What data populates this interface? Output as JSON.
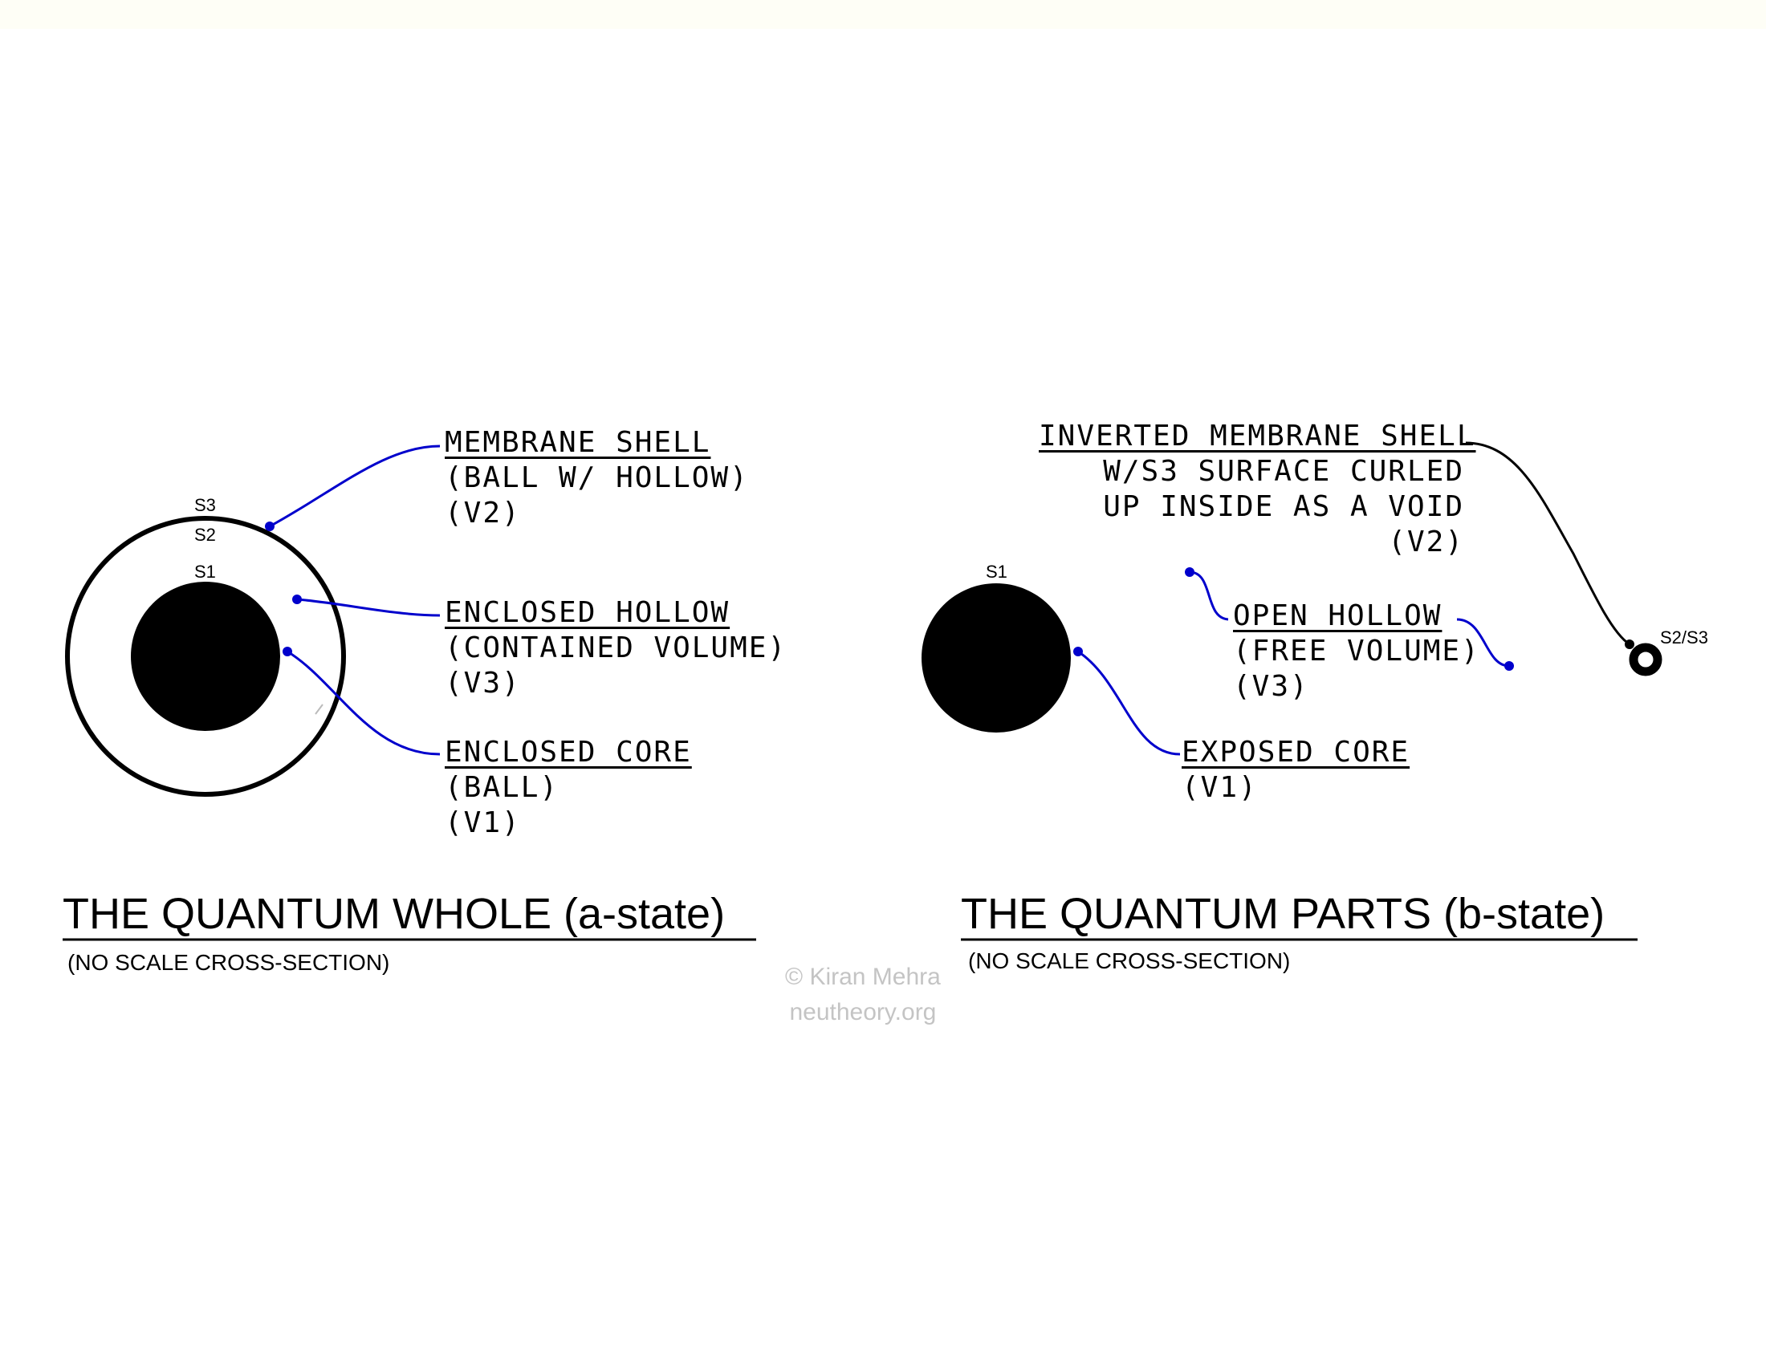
{
  "whole": {
    "label_s3": "S3",
    "label_s2": "S2",
    "label_s1": "S1",
    "membrane": {
      "heading": "MEMBRANE SHELL",
      "line1": "(BALL W/ HOLLOW)",
      "line2": "(V2)"
    },
    "hollow": {
      "heading": "ENCLOSED HOLLOW",
      "line1": "(CONTAINED VOLUME)",
      "line2": "(V3)"
    },
    "core": {
      "heading": "ENCLOSED CORE",
      "line1": "(BALL)",
      "line2": "(V1)"
    },
    "title": "THE QUANTUM WHOLE (a-state)",
    "subtitle": "(NO SCALE CROSS-SECTION)"
  },
  "parts": {
    "label_s1": "S1",
    "label_s2s3": "S2/S3",
    "inverted": {
      "heading": "INVERTED MEMBRANE SHELL",
      "line1": "W/S3 SURFACE CURLED",
      "line2": "UP INSIDE AS A VOID",
      "line3": "(V2)"
    },
    "open_hollow": {
      "heading": "OPEN HOLLOW",
      "line1": "(FREE VOLUME)",
      "line2": "(V3)"
    },
    "exposed_core": {
      "heading": "EXPOSED CORE",
      "line1": "(V1)"
    },
    "title": "THE QUANTUM PARTS (b-state)",
    "subtitle": "(NO SCALE CROSS-SECTION)"
  },
  "watermark": {
    "line1": "© Kiran Mehra",
    "line2": "neutheory.org"
  },
  "colors": {
    "leader": "#0000cc",
    "ink": "#000000"
  }
}
